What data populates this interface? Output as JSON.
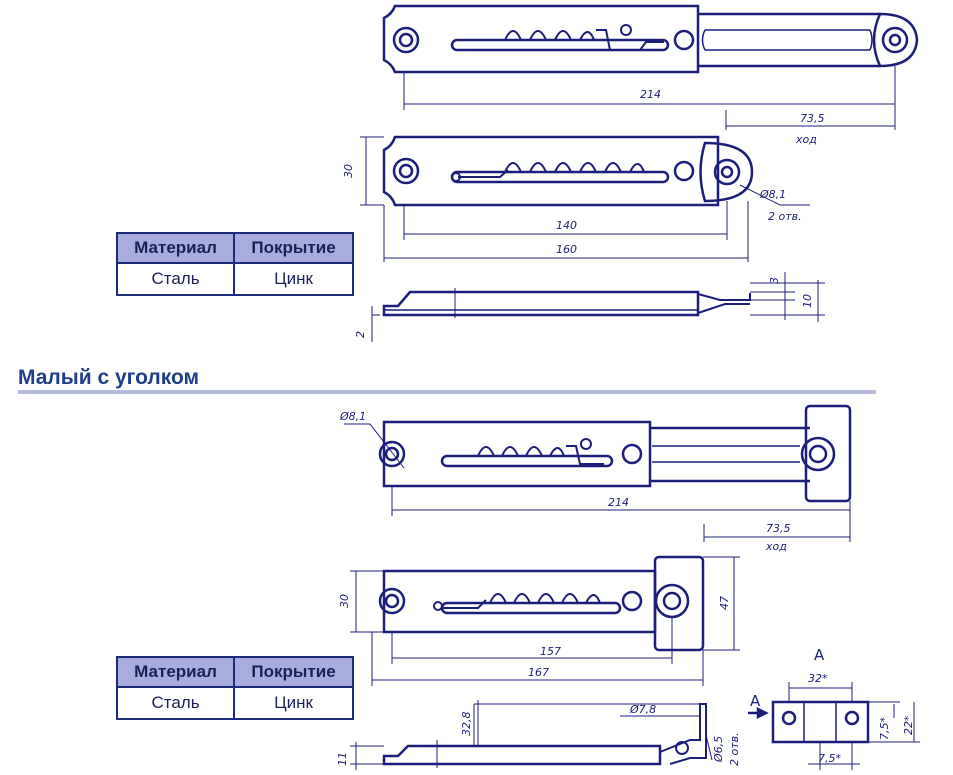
{
  "spec_table_top": {
    "headers": [
      "Материал",
      "Покрытие"
    ],
    "row": [
      "Сталь",
      "Цинк"
    ]
  },
  "spec_table_bottom": {
    "headers": [
      "Материал",
      "Покрытие"
    ],
    "row": [
      "Сталь",
      "Цинк"
    ]
  },
  "section_title": "Малый с уголком",
  "top_drawing": {
    "dim_length_total": "214",
    "dim_stroke": "73,5",
    "stroke_label": "ход",
    "dim_height": "30",
    "dim_hole": "Ø8,1",
    "hole_count": "2 отв.",
    "dim_inner": "140",
    "dim_outer": "160",
    "dim_3": "3",
    "dim_10": "10",
    "dim_2": "2"
  },
  "bottom_drawing": {
    "dim_hole": "Ø8,1",
    "dim_length_total": "214",
    "dim_stroke": "73,5",
    "stroke_label": "ход",
    "dim_height": "30",
    "dim_47": "47",
    "dim_inner": "157",
    "dim_outer": "167",
    "dim_328": "32,8",
    "dim_hole2": "Ø7,8",
    "dim_hole3": "Ø6,5",
    "hole_count": "2 отв.",
    "dim_11": "11",
    "view_label": "A",
    "view_arrow_label": "A",
    "dim_32": "32*",
    "dim_75a": "7,5*",
    "dim_22": "22*",
    "dim_75b": "7,5*"
  },
  "colors": {
    "line": "#1c1f7a",
    "header_bg": "#a9addb",
    "title": "#1f3e8c"
  }
}
